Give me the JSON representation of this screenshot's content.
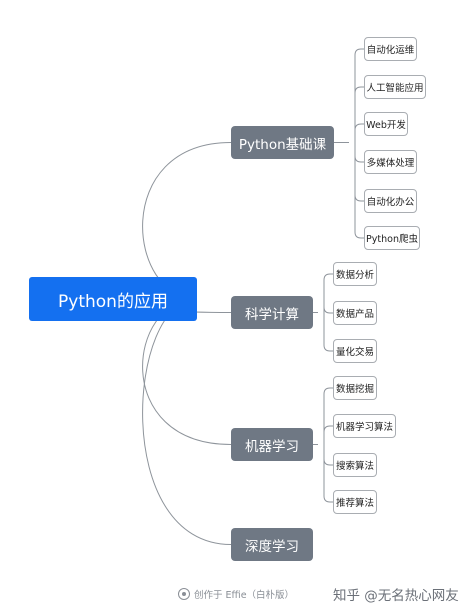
{
  "colors": {
    "root_fill": "#1470f0",
    "branch_fill": "#6f7884",
    "leaf_border": "#a9adb2",
    "connector": "#8e949b"
  },
  "mindmap": {
    "root": {
      "label": "Python的应用"
    },
    "branches": [
      {
        "label": "Python基础课",
        "children": [
          "自动化运维",
          "人工智能应用",
          "Web开发",
          "多媒体处理",
          "自动化办公",
          "Python爬虫"
        ]
      },
      {
        "label": "科学计算",
        "children": [
          "数据分析",
          "数据产品",
          "量化交易"
        ]
      },
      {
        "label": "机器学习",
        "children": [
          "数据挖掘",
          "机器学习算法",
          "搜索算法",
          "推荐算法"
        ]
      },
      {
        "label": "深度学习",
        "children": []
      }
    ]
  },
  "footer": {
    "credit_icon": "creator-icon",
    "credit_text": "创作于 Effie（白朴版）",
    "watermark": "知乎 @无名热心网友"
  }
}
